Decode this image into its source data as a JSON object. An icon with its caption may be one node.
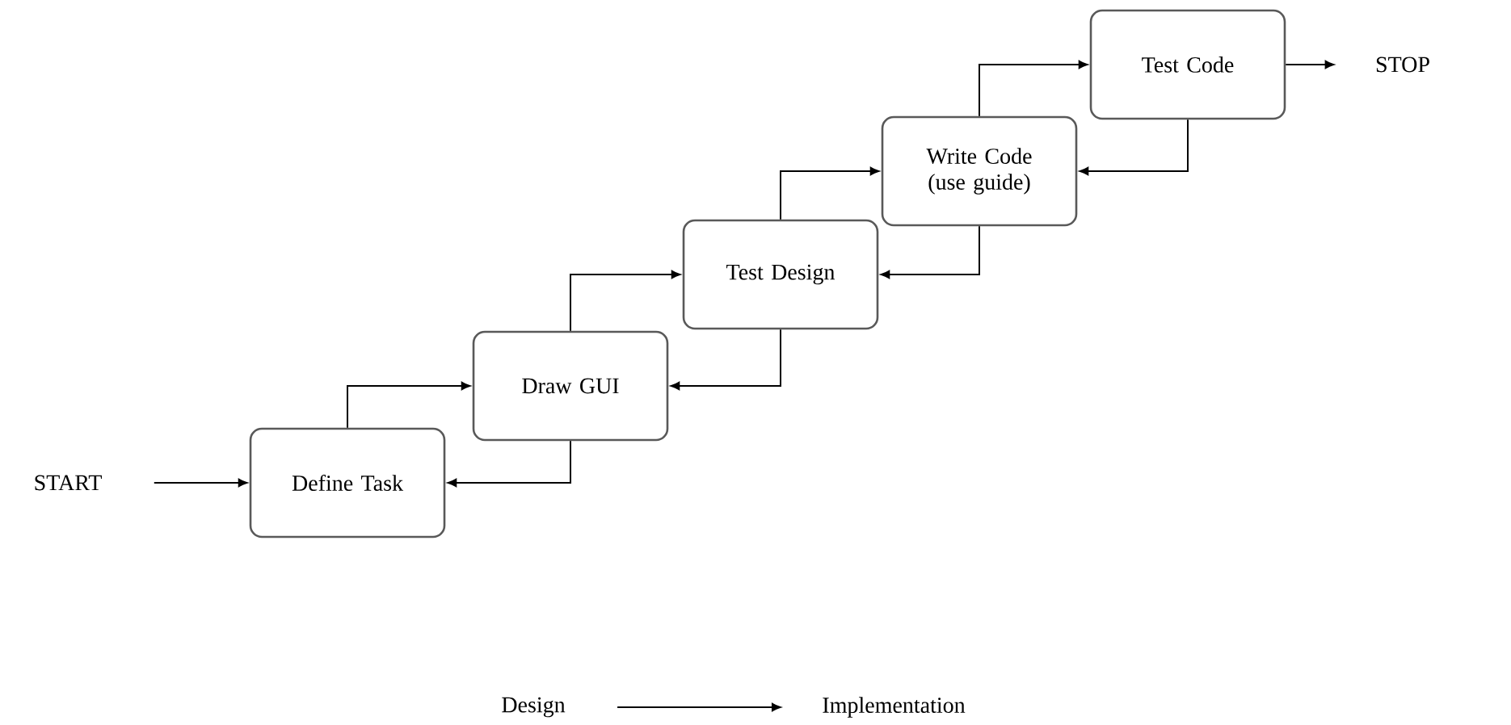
{
  "diagram": {
    "nodes": [
      {
        "text": [
          "START"
        ]
      },
      {
        "text": [
          "Define Task"
        ]
      },
      {
        "text": [
          "Draw GUI"
        ]
      },
      {
        "text": [
          "Test Design"
        ]
      },
      {
        "text": [
          "Write Code (use guide)"
        ]
      },
      {
        "text": [
          "Test Code"
        ]
      },
      {
        "text": [
          "STOP"
        ]
      },
      {
        "text": [
          "Design"
        ]
      },
      {
        "text": [
          "Implementation"
        ]
      }
    ],
    "edges": [
      {
        "from": 0,
        "to": 1,
        "arrow": "to"
      },
      {
        "from": 1,
        "to": 2,
        "arrow": "to"
      },
      {
        "from": 2,
        "to": 1,
        "arrow": "to"
      },
      {
        "from": 2,
        "to": 3,
        "arrow": "to"
      },
      {
        "from": 3,
        "to": 2,
        "arrow": "to"
      },
      {
        "from": 3,
        "to": 4,
        "arrow": "to"
      },
      {
        "from": 4,
        "to": 3,
        "arrow": "to"
      },
      {
        "from": 4,
        "to": 5,
        "arrow": "to"
      },
      {
        "from": 5,
        "to": 4,
        "arrow": "to"
      },
      {
        "from": 5,
        "to": 6,
        "arrow": "to"
      },
      {
        "from": 7,
        "to": 8,
        "arrow": "to"
      }
    ]
  }
}
